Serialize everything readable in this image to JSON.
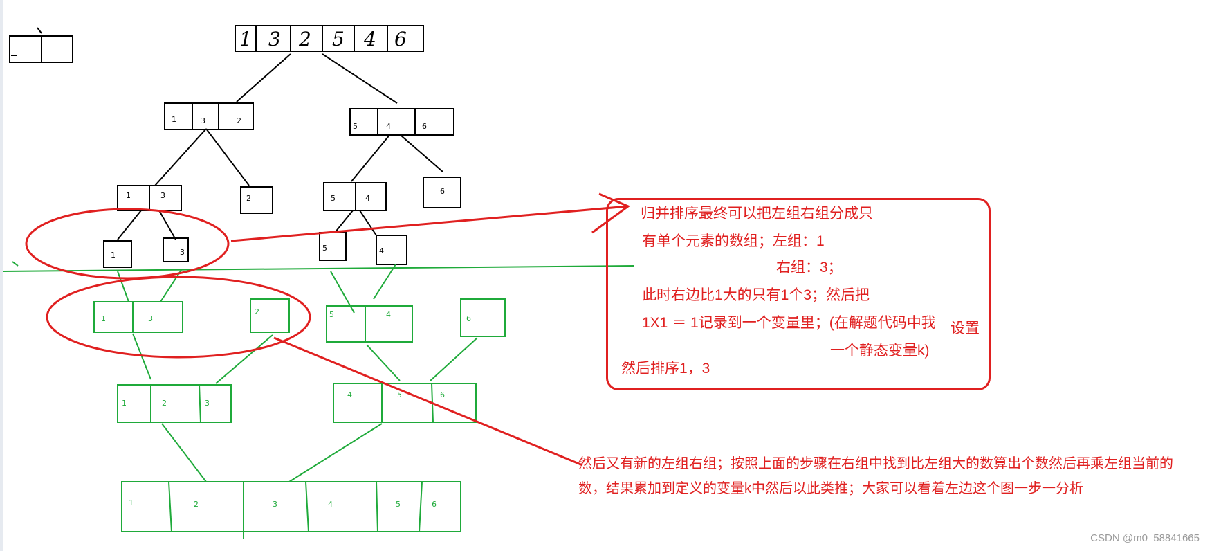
{
  "top_array": [
    "1",
    "3",
    "2",
    "5",
    "4",
    "6"
  ],
  "tree": {
    "l1_left": [
      "1",
      "3",
      "2"
    ],
    "l1_right": [
      "5",
      "4",
      "6"
    ],
    "l2_left_pair": [
      "1",
      "3"
    ],
    "l2_left_single": "2",
    "l2_right_pair": [
      "5",
      "4"
    ],
    "l2_right_single": "6",
    "l3_a": "1",
    "l3_b": "3",
    "l3_c": "5",
    "l3_d": "4"
  },
  "merge": {
    "m1_pair": [
      "1",
      "3"
    ],
    "m1_single": "2",
    "m1_right_pair": [
      "5",
      "4"
    ],
    "m1_right_single": "6",
    "m2_left": [
      "1",
      "2",
      "3"
    ],
    "m2_right": [
      "4",
      "5",
      "6"
    ],
    "final": [
      "1",
      "2",
      "3",
      "4",
      "5",
      "6"
    ]
  },
  "note": {
    "line1": "归并排序最终可以把左组右组分成只",
    "line2": "有单个元素的数组；左组：1",
    "line3": "右组：3；",
    "line4": "此时右边比1大的只有1个3；然后把",
    "line5": "1X1 ＝ 1记录到一个变量里；(在解题代码中我",
    "line5b": "设置",
    "line6": "一个静态变量k)",
    "line7": "然后排序1，3"
  },
  "bottom_note": "然后又有新的左组右组；按照上面的步骤在右组中找到比左组大的数算出个数然后再乘左组当前的数，结果累加到定义的变量k中然后以此类推；大家可以看着左边这个图一步一分析",
  "watermark": "CSDN @m0_58841665",
  "colors": {
    "ink": "#000000",
    "green": "#1faa3a",
    "red": "#e02020"
  }
}
